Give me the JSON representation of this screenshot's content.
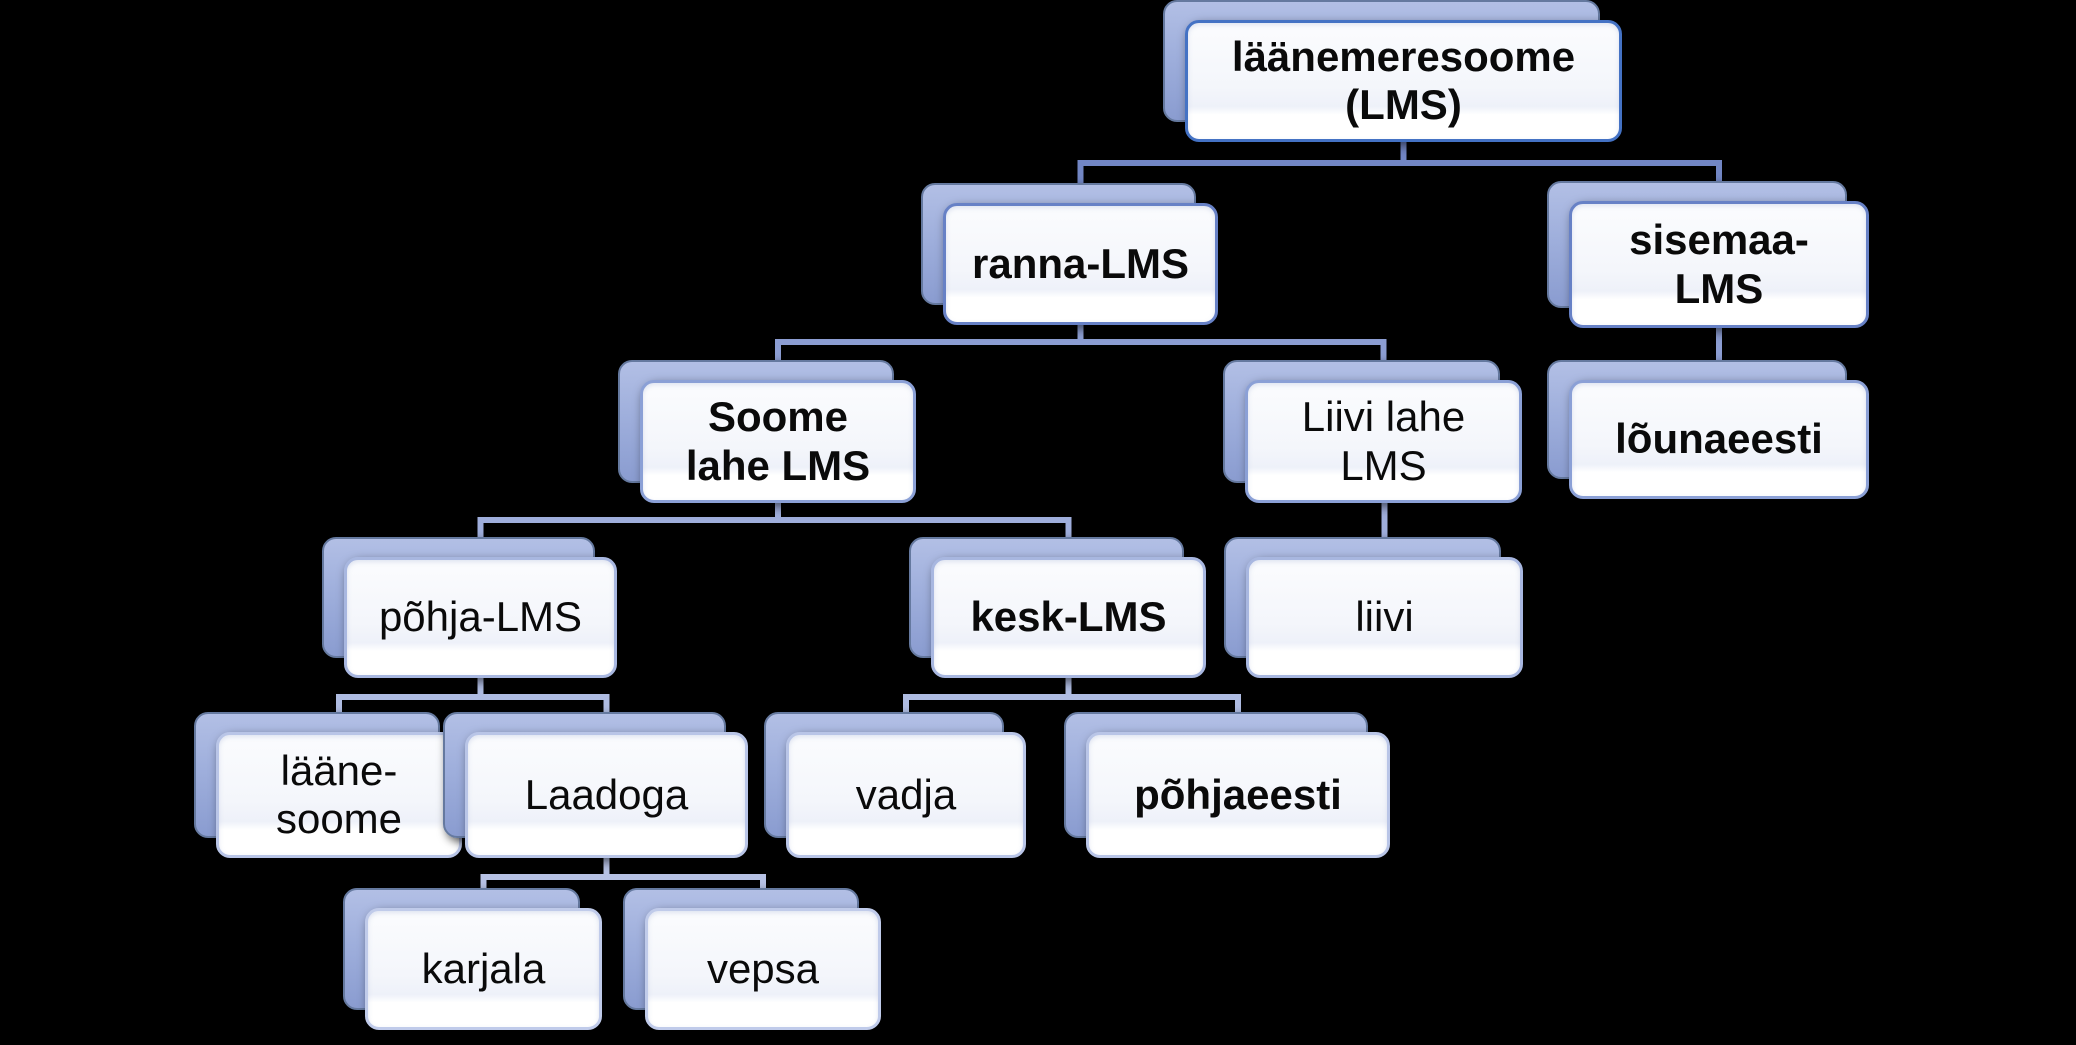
{
  "diagram": {
    "type": "tree",
    "nodes": {
      "laanemeresoome": {
        "label": "läänemeresoome\n(LMS)",
        "emphasis": "bold"
      },
      "ranna": {
        "label": "ranna-LMS",
        "emphasis": "bold"
      },
      "sisemaa": {
        "label": "sisemaa-\nLMS",
        "emphasis": "bold"
      },
      "soome_lahe": {
        "label": "Soome\nlahe LMS",
        "emphasis": "bold"
      },
      "liivi_lahe": {
        "label": "Liivi lahe\nLMS",
        "emphasis": "regular"
      },
      "lounaeesti": {
        "label": "lõunaeesti",
        "emphasis": "bold"
      },
      "pohja_lms": {
        "label": "põhja-LMS",
        "emphasis": "regular"
      },
      "kesk_lms": {
        "label": "kesk-LMS",
        "emphasis": "bold"
      },
      "liivi": {
        "label": "liivi",
        "emphasis": "regular"
      },
      "laane_soome": {
        "label": "lääne-\nsoome",
        "emphasis": "regular"
      },
      "laadoga": {
        "label": "Laadoga",
        "emphasis": "regular"
      },
      "vadja": {
        "label": "vadja",
        "emphasis": "regular"
      },
      "pohjaeesti": {
        "label": "põhjaeesti",
        "emphasis": "bold"
      },
      "karjala": {
        "label": "karjala",
        "emphasis": "regular"
      },
      "vepsa": {
        "label": "vepsa",
        "emphasis": "regular"
      }
    },
    "edges": [
      {
        "parent": "laanemeresoome",
        "children": [
          "ranna",
          "sisemaa"
        ]
      },
      {
        "parent": "ranna",
        "children": [
          "soome_lahe",
          "liivi_lahe"
        ]
      },
      {
        "parent": "sisemaa",
        "children": [
          "lounaeesti"
        ]
      },
      {
        "parent": "soome_lahe",
        "children": [
          "pohja_lms",
          "kesk_lms"
        ]
      },
      {
        "parent": "liivi_lahe",
        "children": [
          "liivi"
        ]
      },
      {
        "parent": "pohja_lms",
        "children": [
          "laane_soome",
          "laadoga"
        ]
      },
      {
        "parent": "kesk_lms",
        "children": [
          "vadja",
          "pohjaeesti"
        ]
      },
      {
        "parent": "laadoga",
        "children": [
          "karjala",
          "vepsa"
        ]
      }
    ],
    "colors": {
      "background": "#000000",
      "box_fill": "#F7F9FC",
      "box_shadow_fill": "#9DAEDC",
      "text": "#0A0A0A",
      "border_by_level": [
        "#4472C4",
        "#6781C6",
        "#8BA0D6",
        "#A8B7E0",
        "#B9C5E7",
        "#C0CBEA"
      ],
      "connector_by_level": [
        "#7286C4",
        "#8C9DD2",
        "#9FAEDC",
        "#AFBCE2",
        "#B7C2E5"
      ]
    }
  }
}
